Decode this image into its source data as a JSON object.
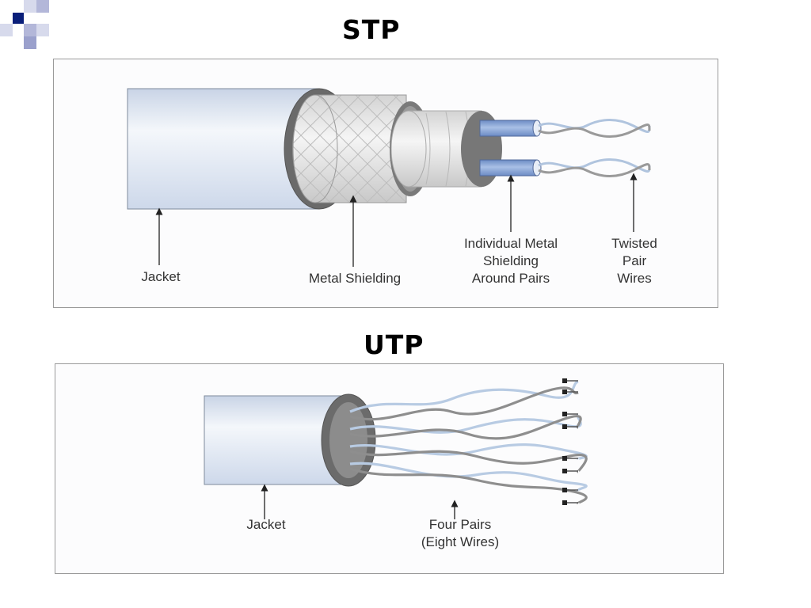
{
  "stp": {
    "title": "STP",
    "labels": {
      "jacket": "Jacket",
      "metal_shielding": "Metal Shielding",
      "individual_shielding": "Individual Metal\nShielding\nAround Pairs",
      "twisted_pair": "Twisted\nPair\nWires"
    }
  },
  "utp": {
    "title": "UTP",
    "labels": {
      "jacket": "Jacket",
      "four_pairs": "Four Pairs\n(Eight Wires)"
    }
  },
  "colors": {
    "logo_dark": "#0a1f7a",
    "logo_light": "#9aa0cc",
    "jacket_fill": "#dfe7f2",
    "ring": "#666666",
    "pair_blue": "#7f9ed0",
    "wire_light": "#c3d3e6",
    "wire_gray": "#8e8e8e"
  }
}
